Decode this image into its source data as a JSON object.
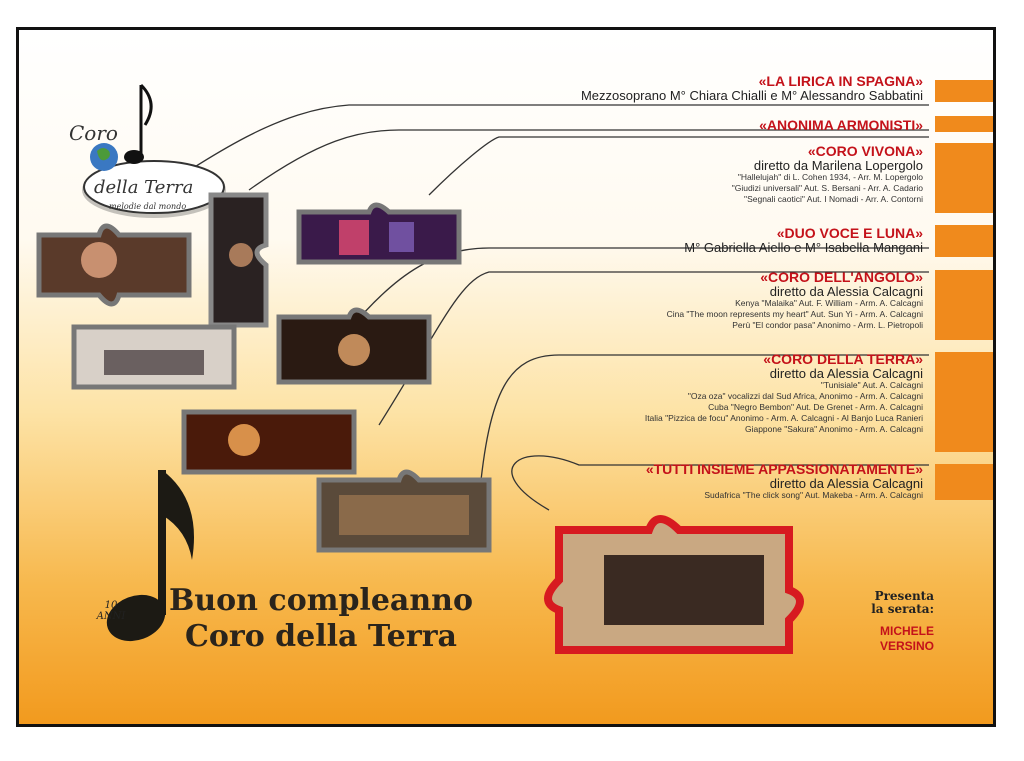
{
  "logo": {
    "line1": "Coro",
    "line2": "della Terra",
    "tagline": "melodie dal mondo"
  },
  "sections": [
    {
      "title": "«LA LIRICA IN SPAGNA»",
      "subtitle": "Mezzosoprano M° Chiara Chialli e M° Alessandro Sabbatini",
      "lines": []
    },
    {
      "title": "«ANONIMA ARMONISTI»",
      "subtitle": "",
      "lines": []
    },
    {
      "title": "«CORO VIVONA»",
      "subtitle": "diretto da Marilena Lopergolo",
      "lines": [
        "\"Hallelujah\" di L. Cohen 1934, - Arr. M. Lopergolo",
        "\"Giudizi universali\" Aut. S. Bersani - Arr. A. Cadario",
        "\"Segnali caotici\" Aut. I Nomadi - Arr. A. Contorni"
      ]
    },
    {
      "title": "«DUO VOCE E LUNA»",
      "subtitle": "M° Gabriella Aiello e M° Isabella Mangani",
      "lines": []
    },
    {
      "title": "«CORO DELL'ANGOLO»",
      "subtitle": "diretto da Alessia Calcagni",
      "lines": [
        "Kenya \"Malaika\" Aut. F. William - Arm. A. Calcagni",
        "Cina \"The moon represents my heart\" Aut. Sun Yi - Arm. A. Calcagni",
        "Perù \"El condor pasa\" Anonimo - Arm. L. Pietropoli"
      ]
    },
    {
      "title": "«CORO DELLA TERRA»",
      "subtitle": "diretto da Alessia Calcagni",
      "lines": [
        "\"Tunisiale\" Aut. A. Calcagni",
        "\"Oza oza\" vocalizzi dal Sud Africa, Anonimo - Arm. A. Calcagni",
        "Cuba \"Negro Bembon\" Aut. De Grenet - Arm. A. Calcagni",
        "Italia \"Pizzica de focu\" Anonimo - Arm. A. Calcagni - Al Banjo Luca Ranieri",
        "Giappone \"Sakura\" Anonimo - Arm. A. Calcagni"
      ]
    },
    {
      "title": "«TUTTI INSIEME APPASSIONATAMENTE»",
      "subtitle": "diretto da Alessia Calcagni",
      "lines": [
        "Sudafrica \"The click song\" Aut. Makeba - Arm. A. Calcagni"
      ]
    }
  ],
  "greeting": {
    "line1": "Buon compleanno",
    "line2": "Coro della Terra"
  },
  "anniversary": {
    "number": "10",
    "word": "ANNI"
  },
  "presenter": {
    "label1": "Presenta",
    "label2": "la serata:",
    "name1": "MICHELE",
    "name2": "VERSINO"
  },
  "colors": {
    "accent": "#f08a1c",
    "title_red": "#c4121a",
    "dark": "#2a241c"
  }
}
